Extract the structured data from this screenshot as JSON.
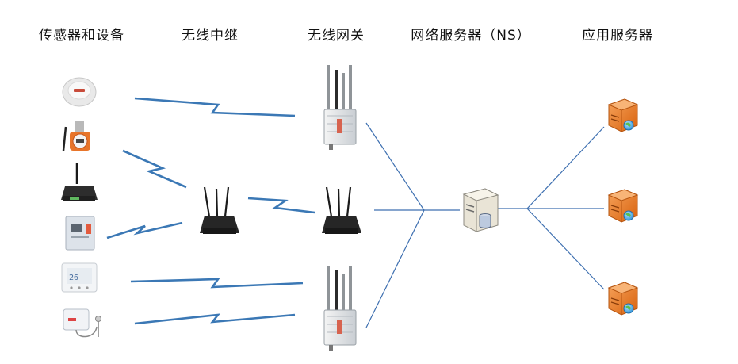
{
  "headers": {
    "sensors": "传感器和设备",
    "relay": "无线中继",
    "gateway": "无线网关",
    "network_server": "网络服务器（NS）",
    "app_server": "应用服务器"
  },
  "sensor_panel_text": "26",
  "colors": {
    "link_blue": "#3b78b5",
    "wire_blue": "#3d6fb0",
    "server_orange": "#e8791e"
  }
}
